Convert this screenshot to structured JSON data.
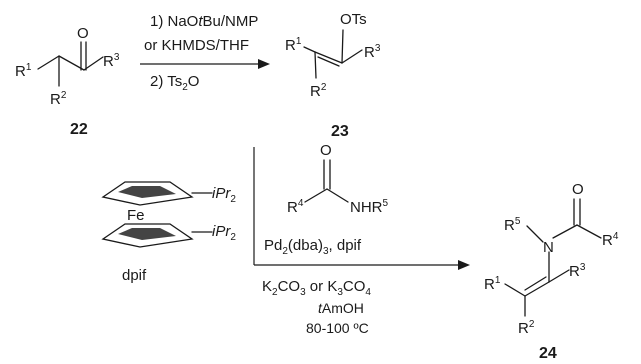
{
  "compounds": {
    "ketone": {
      "number": "22",
      "r1": "R",
      "r1_sup": "1",
      "r2": "R",
      "r2_sup": "2",
      "r3": "R",
      "r3_sup": "3",
      "oxygen": "O"
    },
    "tosylate": {
      "number": "23",
      "group": "OTs",
      "r1": "R",
      "r1_sup": "1",
      "r2": "R",
      "r2_sup": "2",
      "r3": "R",
      "r3_sup": "3"
    },
    "enamide": {
      "number": "24",
      "r1": "R",
      "r1_sup": "1",
      "r2": "R",
      "r2_sup": "2",
      "r3": "R",
      "r3_sup": "3",
      "r4": "R",
      "r4_sup": "4",
      "r5": "R",
      "r5_sup": "5",
      "nitrogen": "N",
      "oxygen": "O"
    },
    "amide": {
      "r4": "R",
      "r4_sup": "4",
      "nh": "NHR",
      "nh_sup": "5",
      "oxygen": "O"
    },
    "ligand": {
      "name": "dpif",
      "metal": "Fe",
      "sub1": "iPr",
      "sub1_sub": "2",
      "sub2": "iPr",
      "sub2_sub": "2"
    }
  },
  "step1": {
    "line1_a": "1) NaO",
    "line1_b": "t",
    "line1_c": "Bu/NMP",
    "line2": "or KHMDS/THF",
    "line3_a": "2) Ts",
    "line3_sub": "2",
    "line3_b": "O"
  },
  "step2": {
    "cat_a": "Pd",
    "cat_sub1": "2",
    "cat_b": "(dba)",
    "cat_sub2": "3",
    "cat_c": ", dpif",
    "base_a": "K",
    "base_sub1": "2",
    "base_b": "CO",
    "base_sub2": "3",
    "base_c": " or K",
    "base_sub3": "3",
    "base_d": "CO",
    "base_sub4": "4",
    "solvent_a": "t",
    "solvent_b": "AmOH",
    "temp": "80-100 ºC"
  }
}
